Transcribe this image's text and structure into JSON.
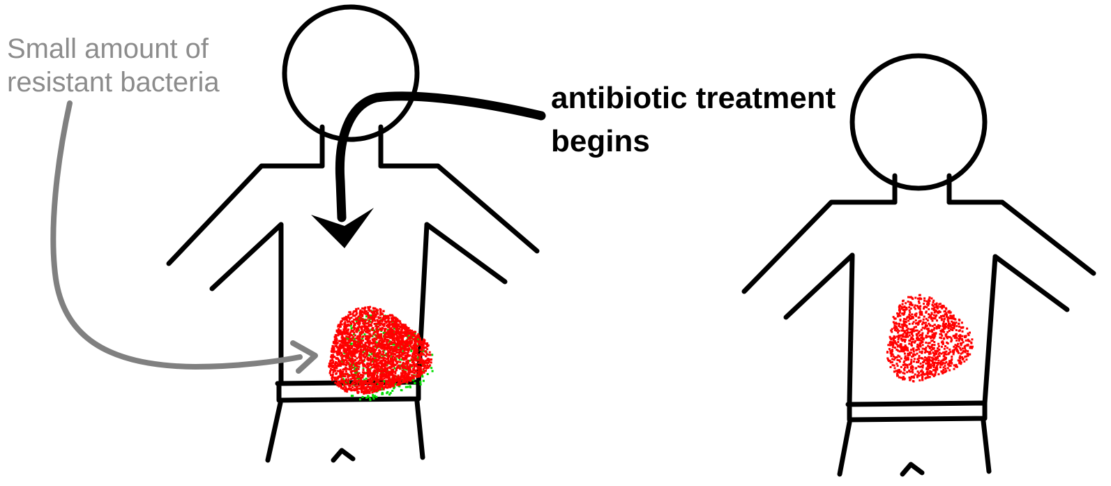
{
  "labels": {
    "resistant_note": {
      "line1": "Small amount of",
      "line2": "resistant bacteria"
    },
    "treatment": {
      "line1": "antibiotic treatment",
      "line2": "begins"
    }
  },
  "bacteria": {
    "before": {
      "susceptible_color": "#00dd00",
      "resistant_color": "#ff0000"
    },
    "after": {
      "resistant_color": "#ff0000"
    }
  },
  "colors": {
    "outline": "#000000",
    "pointer_arrow": "#808080",
    "treatment_arrow": "#000000"
  }
}
